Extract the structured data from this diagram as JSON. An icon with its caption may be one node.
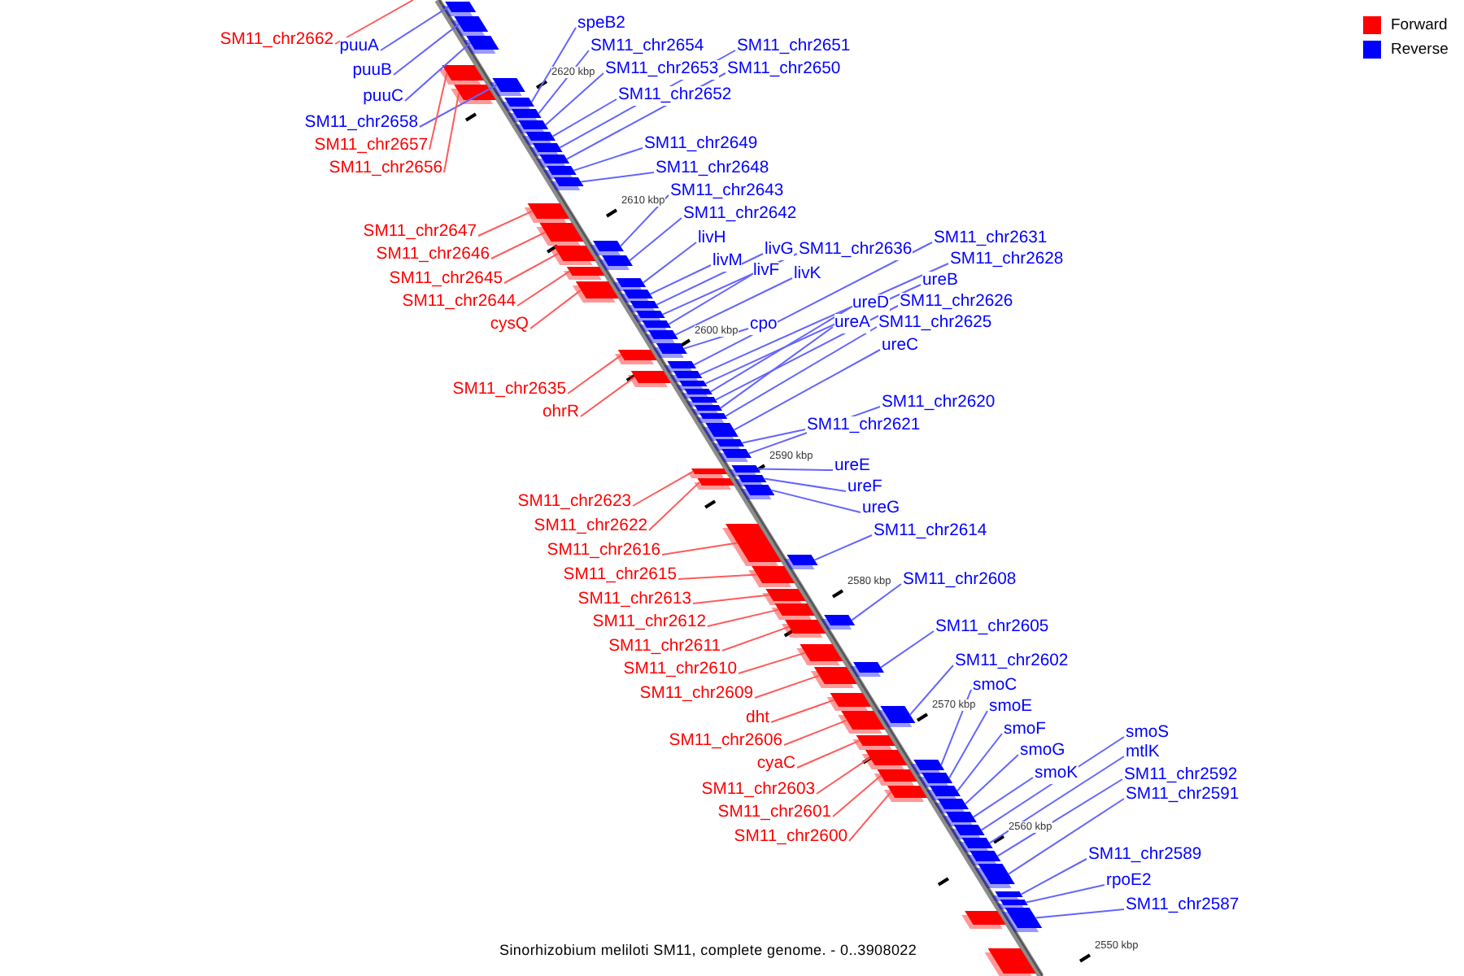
{
  "diagram": {
    "caption": "Sinorhizobium meliloti SM11, complete genome. - 0..3908022",
    "nodes": [
      {
        "text": [
          "speB2"
        ]
      },
      {
        "text": [
          "SM11_chr2662"
        ]
      },
      {
        "text": [
          "puuA"
        ]
      },
      {
        "text": [
          "SM11_chr2654"
        ]
      },
      {
        "text": [
          "SM11_chr2651"
        ]
      },
      {
        "text": [
          "puuB"
        ]
      },
      {
        "text": [
          "SM11_chr2653"
        ]
      },
      {
        "text": [
          "SM11_chr2650"
        ]
      },
      {
        "text": [
          "SM11_chr2652"
        ]
      },
      {
        "text": [
          "puuC"
        ]
      },
      {
        "text": [
          "SM11_chr2658"
        ]
      },
      {
        "text": [
          "SM11_chr2649"
        ]
      },
      {
        "text": [
          "SM11_chr2657"
        ]
      },
      {
        "text": [
          "SM11_chr2656"
        ]
      },
      {
        "text": [
          "SM11_chr2648"
        ]
      },
      {
        "text": [
          "SM11_chr2643"
        ]
      },
      {
        "text": [
          "SM11_chr2642"
        ]
      },
      {
        "text": [
          "SM11_chr2647"
        ]
      },
      {
        "text": [
          "livH"
        ]
      },
      {
        "text": [
          "SM11_chr2631"
        ]
      },
      {
        "text": [
          "livG"
        ]
      },
      {
        "text": [
          "SM11_chr2636"
        ]
      },
      {
        "text": [
          "SM11_chr2646"
        ]
      },
      {
        "text": [
          "livM"
        ]
      },
      {
        "text": [
          "SM11_chr2628"
        ]
      },
      {
        "text": [
          "livF"
        ]
      },
      {
        "text": [
          "livK"
        ]
      },
      {
        "text": [
          "SM11_chr2645"
        ]
      },
      {
        "text": [
          "ureB"
        ]
      },
      {
        "text": [
          "SM11_chr2644"
        ]
      },
      {
        "text": [
          "ureD"
        ]
      },
      {
        "text": [
          "SM11_chr2626"
        ]
      },
      {
        "text": [
          "ureA"
        ]
      },
      {
        "text": [
          "SM11_chr2625"
        ]
      },
      {
        "text": [
          "cpo"
        ]
      },
      {
        "text": [
          "cysQ"
        ]
      },
      {
        "text": [
          "ureC"
        ]
      },
      {
        "text": [
          "SM11_chr2635"
        ]
      },
      {
        "text": [
          "SM11_chr2620"
        ]
      },
      {
        "text": [
          "ohrR"
        ]
      },
      {
        "text": [
          "SM11_chr2621"
        ]
      },
      {
        "text": [
          "ureE"
        ]
      },
      {
        "text": [
          "ureF"
        ]
      },
      {
        "text": [
          "SM11_chr2623"
        ]
      },
      {
        "text": [
          "ureG"
        ]
      },
      {
        "text": [
          "SM11_chr2622"
        ]
      },
      {
        "text": [
          "SM11_chr2614"
        ]
      },
      {
        "text": [
          "SM11_chr2616"
        ]
      },
      {
        "text": [
          "SM11_chr2615"
        ]
      },
      {
        "text": [
          "SM11_chr2608"
        ]
      },
      {
        "text": [
          "SM11_chr2613"
        ]
      },
      {
        "text": [
          "SM11_chr2612"
        ]
      },
      {
        "text": [
          "SM11_chr2605"
        ]
      },
      {
        "text": [
          "SM11_chr2611"
        ]
      },
      {
        "text": [
          "SM11_chr2602"
        ]
      },
      {
        "text": [
          "SM11_chr2610"
        ]
      },
      {
        "text": [
          "smoC"
        ]
      },
      {
        "text": [
          "SM11_chr2609"
        ]
      },
      {
        "text": [
          "smoE"
        ]
      },
      {
        "text": [
          "dht"
        ]
      },
      {
        "text": [
          "smoF"
        ]
      },
      {
        "text": [
          "smoS"
        ]
      },
      {
        "text": [
          "SM11_chr2606"
        ]
      },
      {
        "text": [
          "smoG"
        ]
      },
      {
        "text": [
          "mtlK"
        ]
      },
      {
        "text": [
          "cyaC"
        ]
      },
      {
        "text": [
          "smoK"
        ]
      },
      {
        "text": [
          "SM11_chr2592"
        ]
      },
      {
        "text": [
          "SM11_chr2603"
        ]
      },
      {
        "text": [
          "SM11_chr2591"
        ]
      },
      {
        "text": [
          "SM11_chr2601"
        ]
      },
      {
        "text": [
          "SM11_chr2600"
        ]
      },
      {
        "text": [
          "SM11_chr2589"
        ]
      },
      {
        "text": [
          "rpoE2"
        ]
      },
      {
        "text": [
          "SM11_chr2587"
        ]
      },
      {
        "text": [],
        "shape": "box"
      },
      {
        "text": [],
        "shape": "box"
      },
      {
        "text": [],
        "shape": "box"
      },
      {
        "text": [],
        "shape": "box"
      },
      {
        "text": [],
        "shape": "box"
      },
      {
        "text": [],
        "shape": "box"
      },
      {
        "text": [],
        "shape": "box"
      },
      {
        "text": [],
        "shape": "box"
      },
      {
        "text": [],
        "shape": "box"
      },
      {
        "text": [],
        "shape": "box"
      },
      {
        "text": [],
        "shape": "box"
      },
      {
        "text": [],
        "shape": "box"
      },
      {
        "text": [],
        "shape": "box"
      },
      {
        "text": [],
        "shape": "box"
      },
      {
        "text": [],
        "shape": "box"
      },
      {
        "text": [],
        "shape": "box"
      },
      {
        "text": [],
        "shape": "box"
      },
      {
        "text": [],
        "shape": "box"
      },
      {
        "text": [],
        "shape": "box"
      },
      {
        "text": [],
        "shape": "box"
      },
      {
        "text": [],
        "shape": "box"
      },
      {
        "text": [],
        "shape": "box"
      },
      {
        "text": [],
        "shape": "box"
      },
      {
        "text": [],
        "shape": "box"
      },
      {
        "text": [],
        "shape": "box"
      },
      {
        "text": [],
        "shape": "box"
      },
      {
        "text": [],
        "shape": "box"
      },
      {
        "text": [],
        "shape": "box"
      },
      {
        "text": [],
        "shape": "box"
      },
      {
        "text": [],
        "shape": "box"
      },
      {
        "text": [],
        "shape": "box"
      },
      {
        "text": [],
        "shape": "box"
      },
      {
        "text": [],
        "shape": "box"
      },
      {
        "text": [],
        "shape": "box"
      },
      {
        "text": [],
        "shape": "box"
      },
      {
        "text": [],
        "shape": "box"
      },
      {
        "text": [],
        "shape": "box"
      },
      {
        "text": [],
        "shape": "box"
      },
      {
        "text": [],
        "shape": "box"
      },
      {
        "text": [],
        "shape": "box"
      },
      {
        "text": [],
        "shape": "box"
      },
      {
        "text": [],
        "shape": "box"
      },
      {
        "text": [],
        "shape": "box"
      },
      {
        "text": [],
        "shape": "box"
      },
      {
        "text": [],
        "shape": "box"
      },
      {
        "text": [],
        "shape": "box"
      },
      {
        "text": [],
        "shape": "box"
      },
      {
        "text": [],
        "shape": "box"
      },
      {
        "text": [],
        "shape": "box"
      },
      {
        "text": [],
        "shape": "box"
      },
      {
        "text": [],
        "shape": "box"
      },
      {
        "text": [],
        "shape": "box"
      },
      {
        "text": [],
        "shape": "box"
      },
      {
        "text": [],
        "shape": "box"
      },
      {
        "text": [],
        "shape": "box"
      },
      {
        "text": [],
        "shape": "box"
      },
      {
        "text": [],
        "shape": "box"
      },
      {
        "text": [],
        "shape": "box"
      },
      {
        "text": [],
        "shape": "box"
      },
      {
        "text": [],
        "shape": "box"
      },
      {
        "text": [],
        "shape": "box"
      },
      {
        "text": [],
        "shape": "box"
      },
      {
        "text": [],
        "shape": "box"
      },
      {
        "text": [],
        "shape": "box"
      },
      {
        "text": [],
        "shape": "box"
      },
      {
        "text": [],
        "shape": "box"
      },
      {
        "text": [],
        "shape": "box"
      },
      {
        "text": [],
        "shape": "box"
      },
      {
        "text": [],
        "shape": "box"
      },
      {
        "text": [],
        "shape": "box"
      },
      {
        "text": [],
        "shape": "box"
      },
      {
        "text": [],
        "shape": "box"
      },
      {
        "text": [],
        "shape": "box"
      },
      {
        "text": [],
        "shape": "box"
      }
    ],
    "edges": [
      {
        "from": 0,
        "to": 81,
        "arrow": "none"
      },
      {
        "from": 1,
        "to": null,
        "arrow": "none",
        "color": "#ff5a5a"
      },
      {
        "from": 2,
        "to": 75,
        "arrow": "none"
      },
      {
        "from": 3,
        "to": 82,
        "arrow": "none"
      },
      {
        "from": 4,
        "to": 85,
        "arrow": "none"
      },
      {
        "from": 5,
        "to": 76,
        "arrow": "none"
      },
      {
        "from": 6,
        "to": 83,
        "arrow": "none"
      },
      {
        "from": 7,
        "to": 86,
        "arrow": "none"
      },
      {
        "from": 8,
        "to": 84,
        "arrow": "none"
      },
      {
        "from": 9,
        "to": 77,
        "arrow": "none"
      },
      {
        "from": 10,
        "to": 79,
        "arrow": "none"
      },
      {
        "from": 11,
        "to": 87,
        "arrow": "none"
      },
      {
        "from": 12,
        "to": 78,
        "arrow": "none",
        "color": "#ff5a5a"
      },
      {
        "from": 13,
        "to": 80,
        "arrow": "none",
        "color": "#ff5a5a"
      },
      {
        "from": 14,
        "to": 88,
        "arrow": "none"
      },
      {
        "from": 15,
        "to": 91,
        "arrow": "none"
      },
      {
        "from": 16,
        "to": 93,
        "arrow": "none"
      },
      {
        "from": 17,
        "to": 89,
        "arrow": "none",
        "color": "#ff5a5a"
      },
      {
        "from": 18,
        "to": 95,
        "arrow": "none"
      },
      {
        "from": 19,
        "to": 104,
        "arrow": "none"
      },
      {
        "from": 20,
        "to": 98,
        "arrow": "none"
      },
      {
        "from": 21,
        "to": 99,
        "arrow": "none"
      },
      {
        "from": 22,
        "to": 90,
        "arrow": "none",
        "color": "#ff5a5a"
      },
      {
        "from": 23,
        "to": 97,
        "arrow": "none"
      },
      {
        "from": 24,
        "to": 106,
        "arrow": "none"
      },
      {
        "from": 25,
        "to": 100,
        "arrow": "none"
      },
      {
        "from": 26,
        "to": 101,
        "arrow": "none"
      },
      {
        "from": 27,
        "to": 92,
        "arrow": "none",
        "color": "#ff5a5a"
      },
      {
        "from": 28,
        "to": 107,
        "arrow": "none"
      },
      {
        "from": 29,
        "to": 94,
        "arrow": "none",
        "color": "#ff5a5a"
      },
      {
        "from": 30,
        "to": 108,
        "arrow": "none"
      },
      {
        "from": 31,
        "to": 109,
        "arrow": "none"
      },
      {
        "from": 32,
        "to": 110,
        "arrow": "none"
      },
      {
        "from": 33,
        "to": 111,
        "arrow": "none"
      },
      {
        "from": 34,
        "to": 102,
        "arrow": "none"
      },
      {
        "from": 35,
        "to": 96,
        "arrow": "none",
        "color": "#ff5a5a"
      },
      {
        "from": 36,
        "to": 112,
        "arrow": "none"
      },
      {
        "from": 37,
        "to": 103,
        "arrow": "none",
        "color": "#ff5a5a"
      },
      {
        "from": 38,
        "to": 114,
        "arrow": "none"
      },
      {
        "from": 39,
        "to": 105,
        "arrow": "none",
        "color": "#ff5a5a"
      },
      {
        "from": 40,
        "to": 113,
        "arrow": "none"
      },
      {
        "from": 41,
        "to": 115,
        "arrow": "none"
      },
      {
        "from": 42,
        "to": 117,
        "arrow": "none"
      },
      {
        "from": 43,
        "to": 116,
        "arrow": "none",
        "color": "#ff5a5a"
      },
      {
        "from": 44,
        "to": 119,
        "arrow": "none"
      },
      {
        "from": 45,
        "to": 118,
        "arrow": "none",
        "color": "#ff5a5a"
      },
      {
        "from": 46,
        "to": 121,
        "arrow": "none"
      },
      {
        "from": 47,
        "to": 120,
        "arrow": "none",
        "color": "#ff5a5a"
      },
      {
        "from": 48,
        "to": 122,
        "arrow": "none",
        "color": "#ff5a5a"
      },
      {
        "from": 49,
        "to": 125,
        "arrow": "none"
      },
      {
        "from": 50,
        "to": 123,
        "arrow": "none",
        "color": "#ff5a5a"
      },
      {
        "from": 51,
        "to": 124,
        "arrow": "none",
        "color": "#ff5a5a"
      },
      {
        "from": 52,
        "to": 128,
        "arrow": "none"
      },
      {
        "from": 53,
        "to": 126,
        "arrow": "none",
        "color": "#ff5a5a"
      },
      {
        "from": 54,
        "to": 131,
        "arrow": "none"
      },
      {
        "from": 55,
        "to": 127,
        "arrow": "none",
        "color": "#ff5a5a"
      },
      {
        "from": 56,
        "to": 135,
        "arrow": "none"
      },
      {
        "from": 57,
        "to": 129,
        "arrow": "none",
        "color": "#ff5a5a"
      },
      {
        "from": 58,
        "to": 137,
        "arrow": "none"
      },
      {
        "from": 59,
        "to": 130,
        "arrow": "none",
        "color": "#ff5a5a"
      },
      {
        "from": 60,
        "to": 139,
        "arrow": "none"
      },
      {
        "from": 61,
        "to": 142,
        "arrow": "none"
      },
      {
        "from": 62,
        "to": 132,
        "arrow": "none",
        "color": "#ff5a5a"
      },
      {
        "from": 63,
        "to": 140,
        "arrow": "none"
      },
      {
        "from": 64,
        "to": 143,
        "arrow": "none"
      },
      {
        "from": 65,
        "to": 133,
        "arrow": "none",
        "color": "#ff5a5a"
      },
      {
        "from": 66,
        "to": 141,
        "arrow": "none"
      },
      {
        "from": 67,
        "to": 144,
        "arrow": "none"
      },
      {
        "from": 68,
        "to": 134,
        "arrow": "none",
        "color": "#ff5a5a"
      },
      {
        "from": 69,
        "to": 145,
        "arrow": "none"
      },
      {
        "from": 70,
        "to": 136,
        "arrow": "none",
        "color": "#ff5a5a"
      },
      {
        "from": 71,
        "to": 138,
        "arrow": "none",
        "color": "#ff5a5a"
      },
      {
        "from": 72,
        "to": 146,
        "arrow": "none"
      },
      {
        "from": 73,
        "to": 147,
        "arrow": "none"
      },
      {
        "from": 74,
        "to": 148,
        "arrow": "none"
      }
    ],
    "labels": [
      "2620 kbp",
      "2610 kbp",
      "2600 kbp",
      "2590 kbp",
      "2580 kbp",
      "2570 kbp",
      "2560 kbp",
      "2550 kbp"
    ],
    "legend": [
      {
        "text": "Forward",
        "color": "#ff0000"
      },
      {
        "text": "Reverse",
        "color": "#0000ff"
      }
    ]
  }
}
